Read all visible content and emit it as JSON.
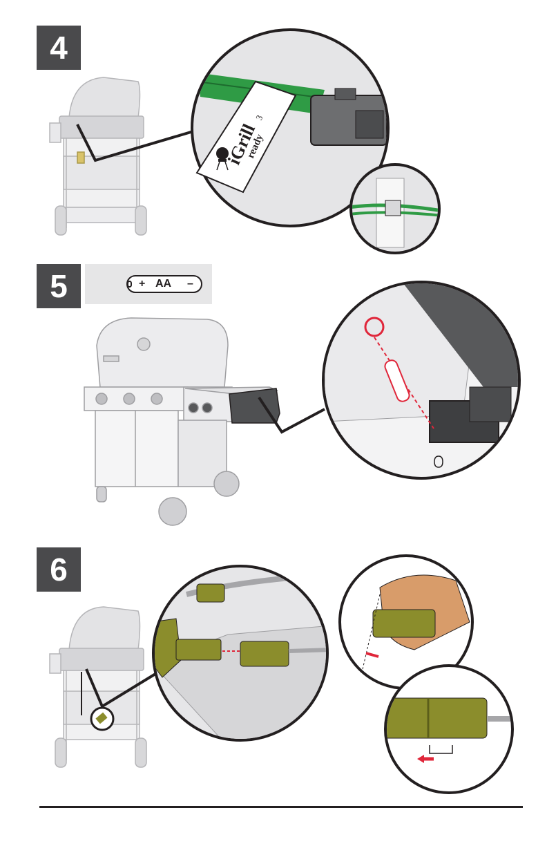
{
  "steps": [
    {
      "number": "4"
    },
    {
      "number": "5"
    },
    {
      "number": "6"
    }
  ],
  "battery": {
    "plus": "+",
    "type": "AA",
    "minus": "–"
  },
  "tag": {
    "brand": "iGrill",
    "superscript": "3",
    "subtitle": "ready"
  },
  "colors": {
    "badge": "#4a4a4c",
    "wire_green": "#2f9b45",
    "brass": "#8b8d2c",
    "accent_red": "#e0263a",
    "grill_gray": "#d9d9db",
    "outline": "#231f20"
  }
}
